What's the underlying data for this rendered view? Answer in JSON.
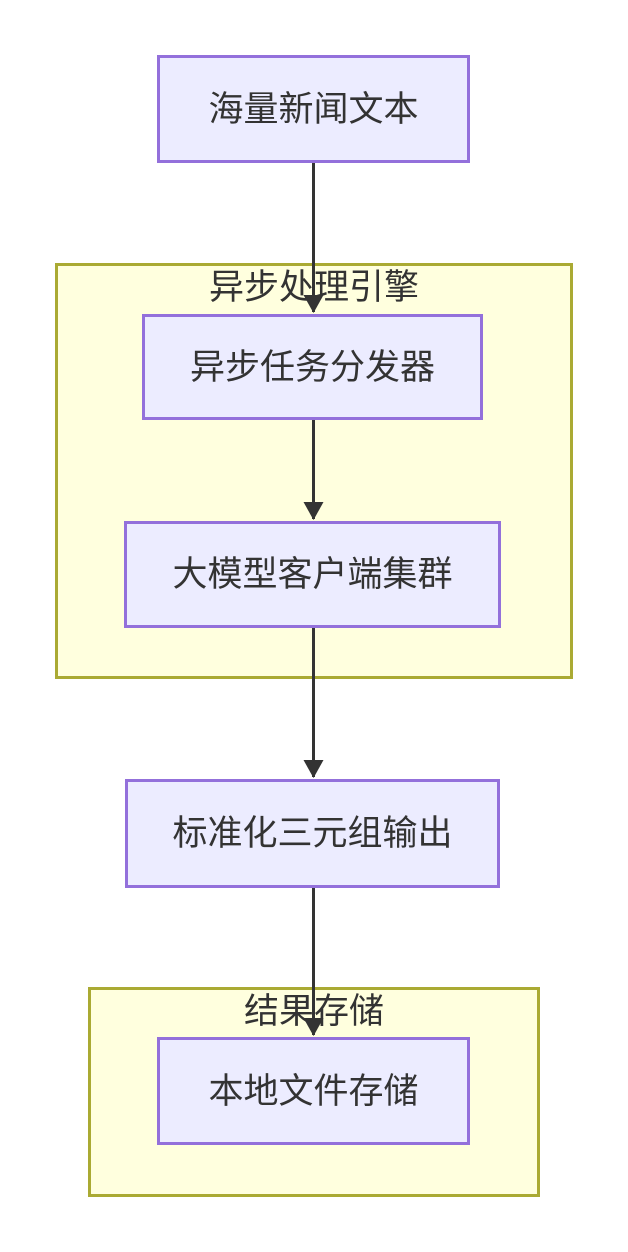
{
  "diagram": {
    "type": "flowchart-vertical",
    "nodes": {
      "source": {
        "label": "海量新闻文本"
      },
      "dispatcher": {
        "label": "异步任务分发器"
      },
      "llm_cluster": {
        "label": "大模型客户端集群"
      },
      "output": {
        "label": "标准化三元组输出"
      },
      "storage": {
        "label": "本地文件存储"
      }
    },
    "clusters": {
      "engine": {
        "label": "异步处理引擎"
      },
      "result": {
        "label": "结果存储"
      }
    },
    "edges": [
      {
        "from": "海量新闻文本",
        "to": "异步任务分发器"
      },
      {
        "from": "异步任务分发器",
        "to": "大模型客户端集群"
      },
      {
        "from": "大模型客户端集群",
        "to": "标准化三元组输出"
      },
      {
        "from": "标准化三元组输出",
        "to": "本地文件存储"
      }
    ],
    "colors": {
      "node_fill": "#ECECFF",
      "node_border": "#9370DB",
      "cluster_fill": "#FFFFDE",
      "cluster_border": "#AAAA33",
      "edge": "#333333",
      "text": "#333333",
      "background": "#FFFFFF"
    }
  }
}
